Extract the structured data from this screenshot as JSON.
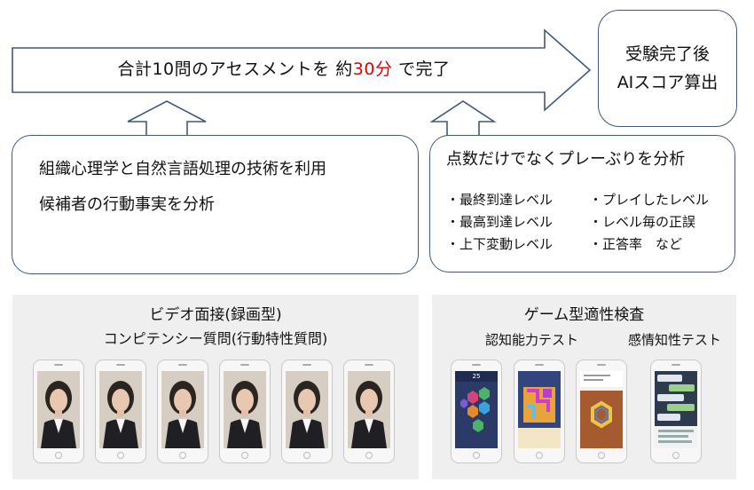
{
  "top_arrow": {
    "text_before": "合計10問のアセスメントを 約",
    "text_highlight": "30分",
    "text_after": " で完了",
    "highlight_color": "#e00000"
  },
  "result_box": {
    "line1": "受験完了後",
    "line2": "AIスコア算出"
  },
  "left_box": {
    "line1": "組織心理学と自然言語処理の技術を利用",
    "line2": "候補者の行動事実を分析"
  },
  "right_box": {
    "title": "点数だけでなくプレーぶりを分析",
    "bullets": [
      "・最終到達レベル",
      "・プレイしたレベル",
      "・最高到達レベル",
      "・レベル毎の正誤",
      "・上下変動レベル",
      "・正答率　など"
    ]
  },
  "video_panel": {
    "title": "ビデオ面接(録画型)",
    "subtitle": "コンピテンシー質問(行動特性質問)"
  },
  "game_panel": {
    "title": "ゲーム型適性検査",
    "label_cognitive": "認知能力テスト",
    "label_emotional": "感情知性テスト",
    "game_score": "25"
  },
  "colors": {
    "border": "#41587d",
    "panel_bg": "#efefef"
  }
}
